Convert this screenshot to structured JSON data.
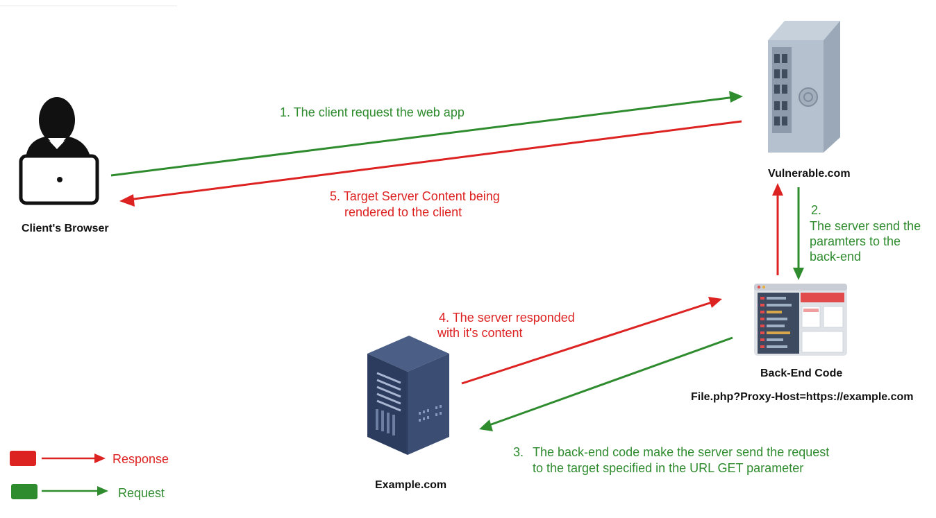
{
  "nodes": {
    "client": "Client's Browser",
    "vulnerable": "Vulnerable.com",
    "backend": "Back-End Code",
    "backend_url": "File.php?Proxy-Host=https://example.com",
    "example": "Example.com"
  },
  "steps": {
    "step1": "1. The client request the web app",
    "step2_num": "2.",
    "step2_text": "The server send the paramters to the back-end",
    "step3_num": "3.",
    "step3_line1": "The back-end code make the server send the request",
    "step3_line2": "to the target specified in the URL GET parameter",
    "step4": "4. The server responded with it's content",
    "step5_line1": "5. Target Server Content being",
    "step5_line2": "rendered to the client"
  },
  "legend": {
    "response": "Response",
    "request": "Request"
  },
  "colors": {
    "request": "#2e8b2e",
    "response": "#dd2222"
  },
  "icons": [
    "user-laptop-icon",
    "server-tower-icon",
    "code-window-icon",
    "dark-server-tower-icon"
  ]
}
